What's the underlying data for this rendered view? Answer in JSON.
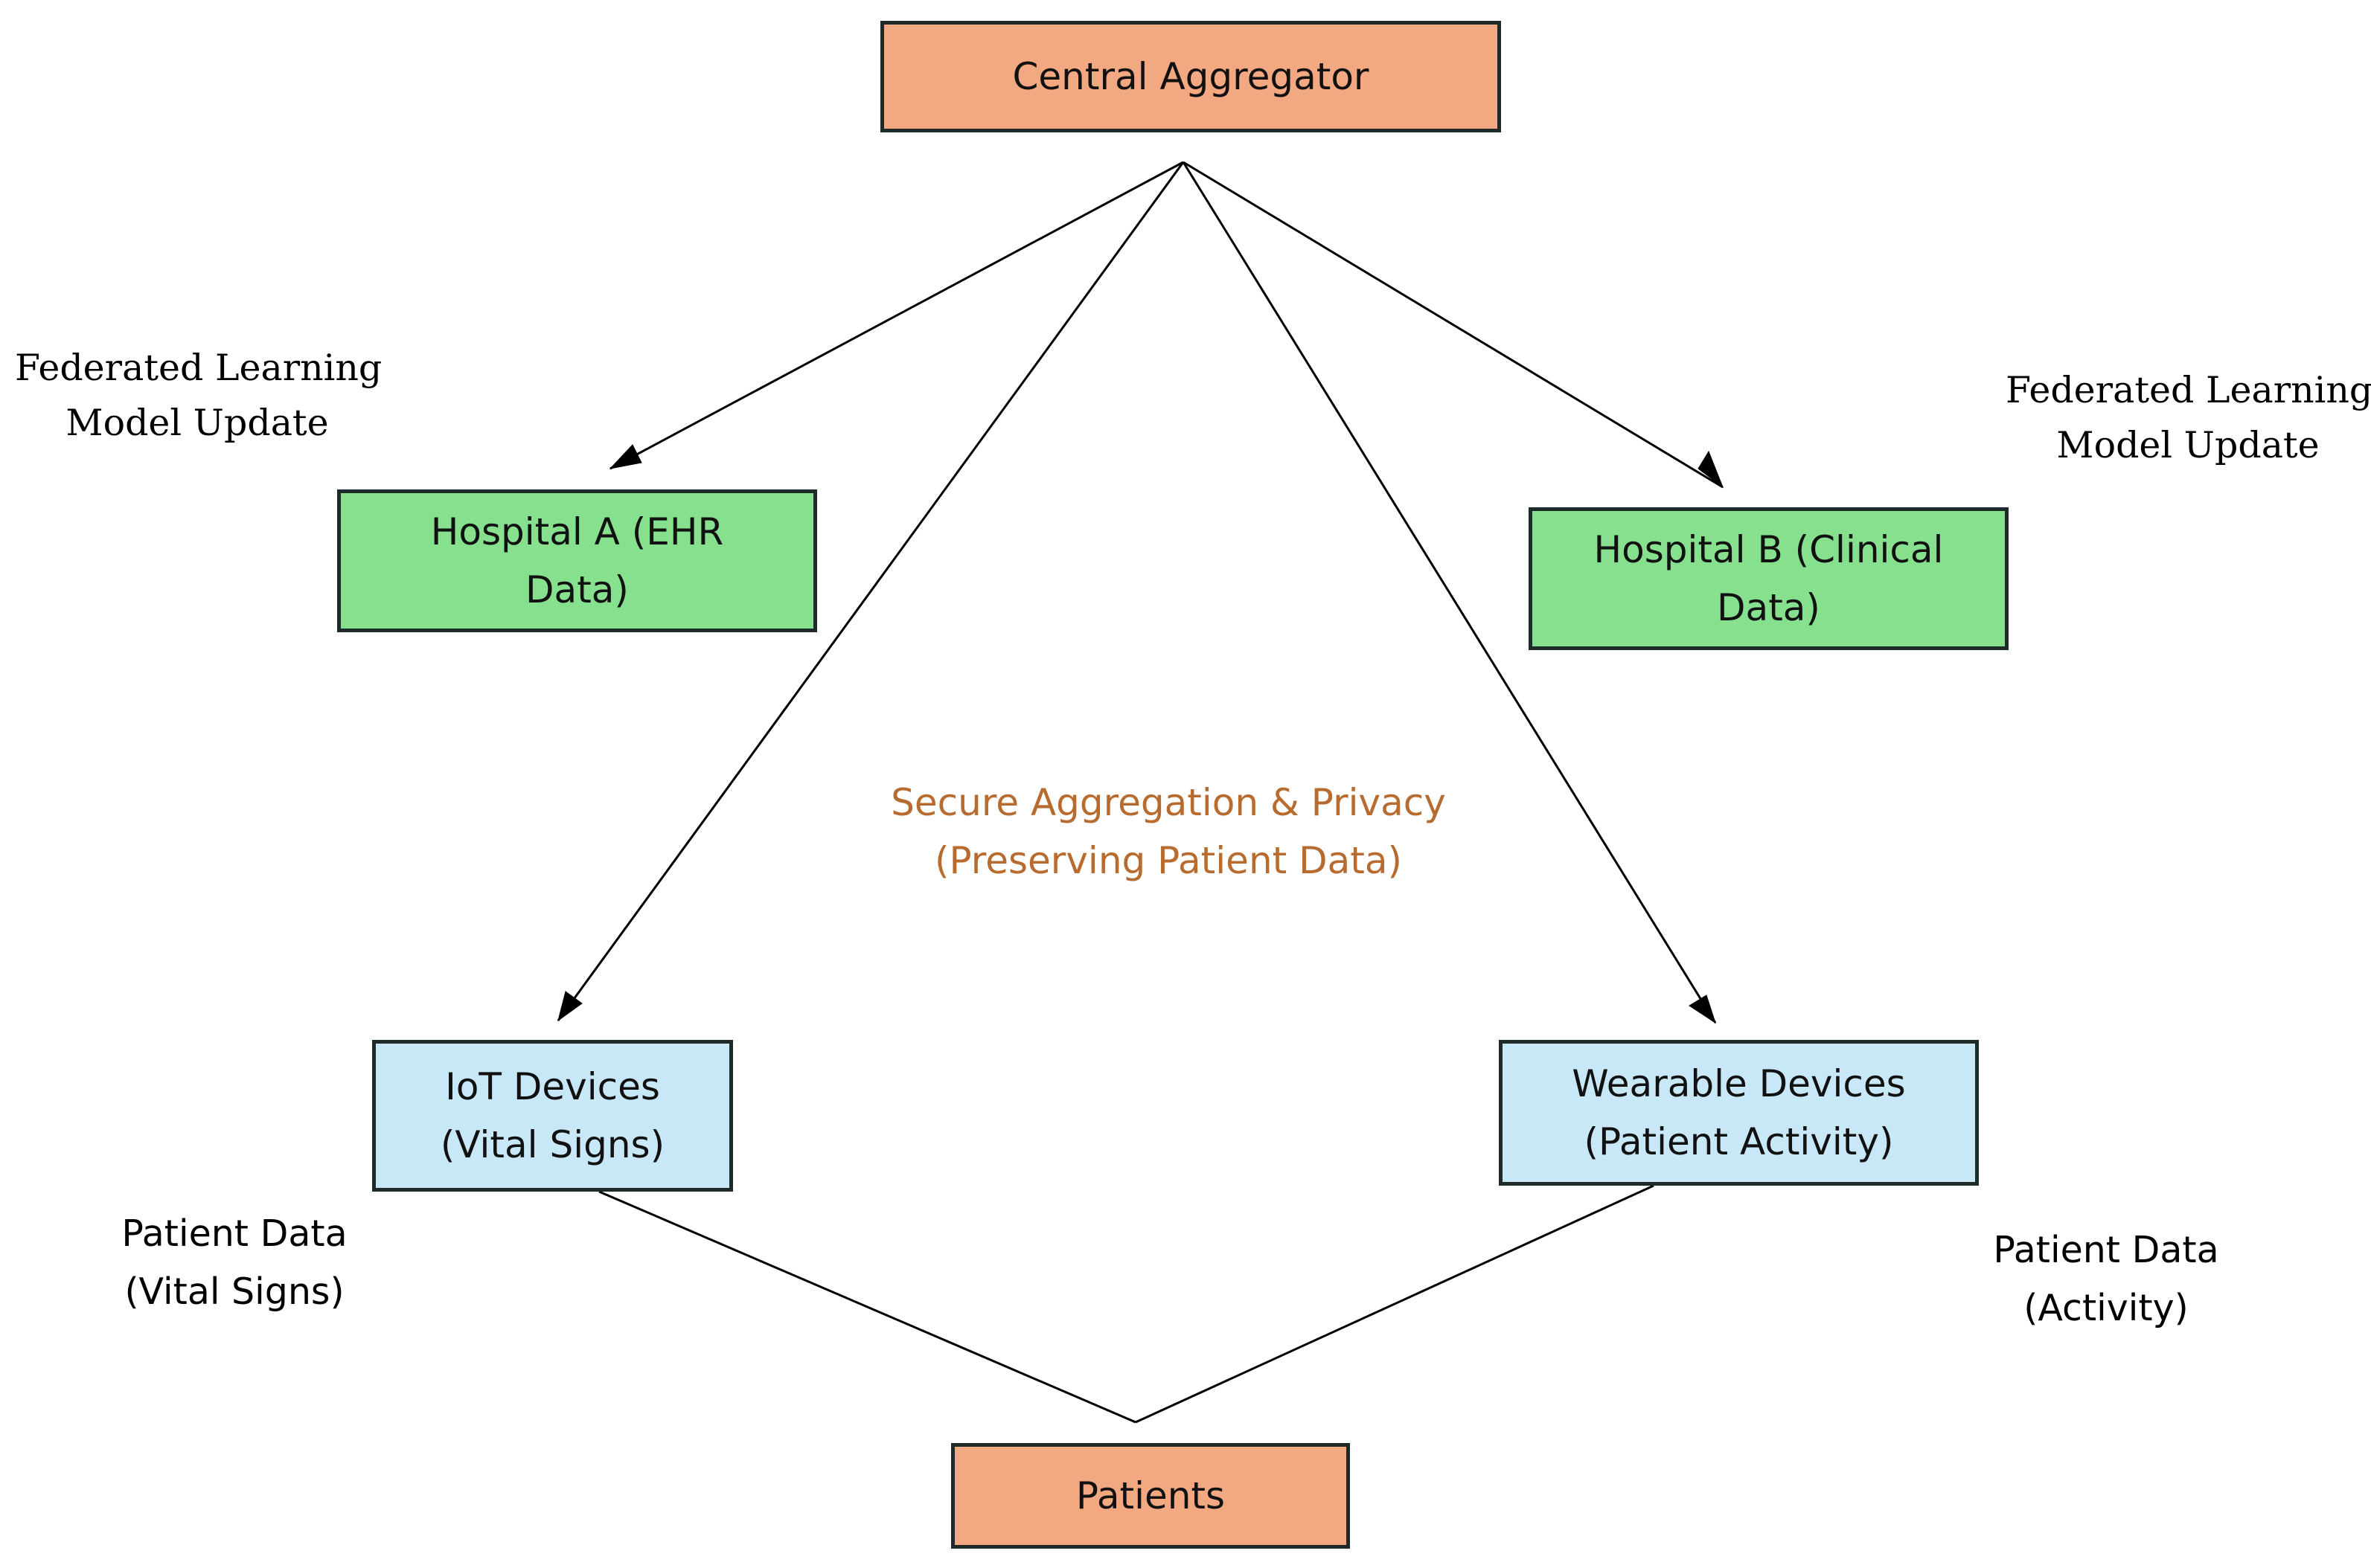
{
  "colors": {
    "aggregator_fill": "#f2a982",
    "hospital_fill": "#86e08e",
    "device_fill": "#c8e8f7",
    "patients_fill": "#f2a982",
    "border": "#1e2a2a",
    "connector": "#000000",
    "note_text": "#b86b2e"
  },
  "nodes": {
    "central_aggregator": {
      "label": "Central Aggregator"
    },
    "hospital_a": {
      "line1": "Hospital A (EHR",
      "line2": "Data)"
    },
    "hospital_b": {
      "line1": "Hospital B (Clinical",
      "line2": "Data)"
    },
    "iot_devices": {
      "line1": "IoT Devices",
      "line2": "(Vital Signs)"
    },
    "wearable_devices": {
      "line1": "Wearable Devices",
      "line2": "(Patient Activity)"
    },
    "patients": {
      "label": "Patients"
    }
  },
  "labels": {
    "fl_update_left": {
      "line1": "Federated Learning",
      "line2": "Model Update"
    },
    "fl_update_right": {
      "line1": "Federated Learning",
      "line2": "Model Update"
    },
    "patient_data_left": {
      "line1": "Patient Data",
      "line2": "(Vital Signs)"
    },
    "patient_data_right": {
      "line1": "Patient Data",
      "line2": "(Activity)"
    },
    "secure_aggregation": {
      "line1": "Secure Aggregation & Privacy",
      "line2": "(Preserving Patient Data)"
    }
  }
}
